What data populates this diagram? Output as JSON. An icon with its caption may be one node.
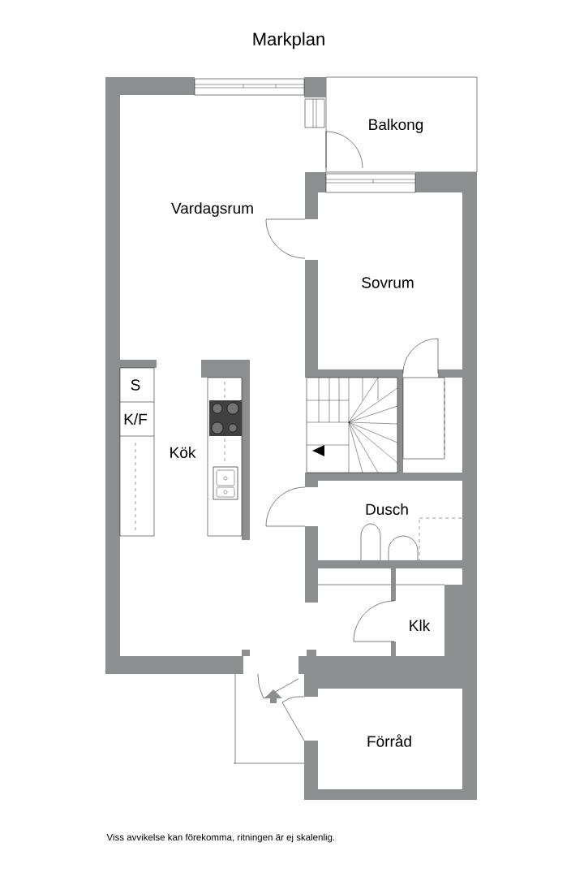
{
  "diagram": {
    "title": "Markplan",
    "caption": "Viss avvikelse kan förekomma, ritningen är ej skalenlig.",
    "labels": [
      "Balkong",
      "Vardagsrum",
      "Sovrum",
      "S",
      "K/F",
      "Kök",
      "Dusch",
      "Klk",
      "Förråd"
    ]
  }
}
